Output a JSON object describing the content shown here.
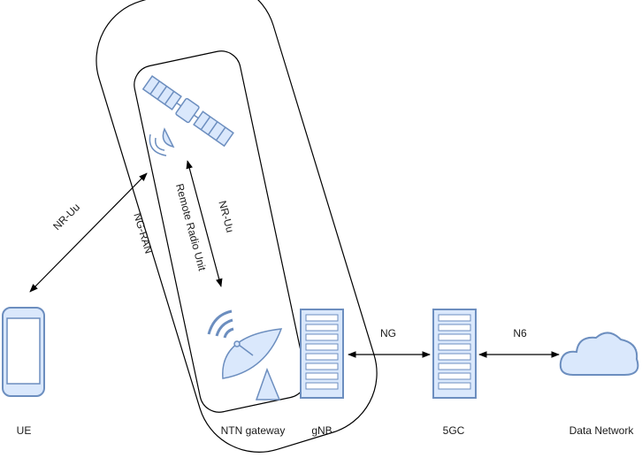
{
  "nodes": {
    "ue": "UE",
    "ntn_gateway": "NTN gateway",
    "gnb": "gNB",
    "core": "5GC",
    "data_network": "Data Network"
  },
  "regions": {
    "ng_ran": "NG-RAN",
    "remote_radio_unit": "Remote Radio Unit"
  },
  "links": {
    "ue_satellite": "NR-Uu",
    "satellite_gateway": "NR-Uu",
    "gnb_core": "NG",
    "core_dn": "N6"
  },
  "icons": [
    "smartphone-icon",
    "satellite-icon",
    "satellite-dish-icon",
    "server-icon",
    "cloud-icon"
  ],
  "colors": {
    "icon_fill": "#dae8fc",
    "icon_stroke": "#6c8ebf",
    "line": "#000000"
  }
}
